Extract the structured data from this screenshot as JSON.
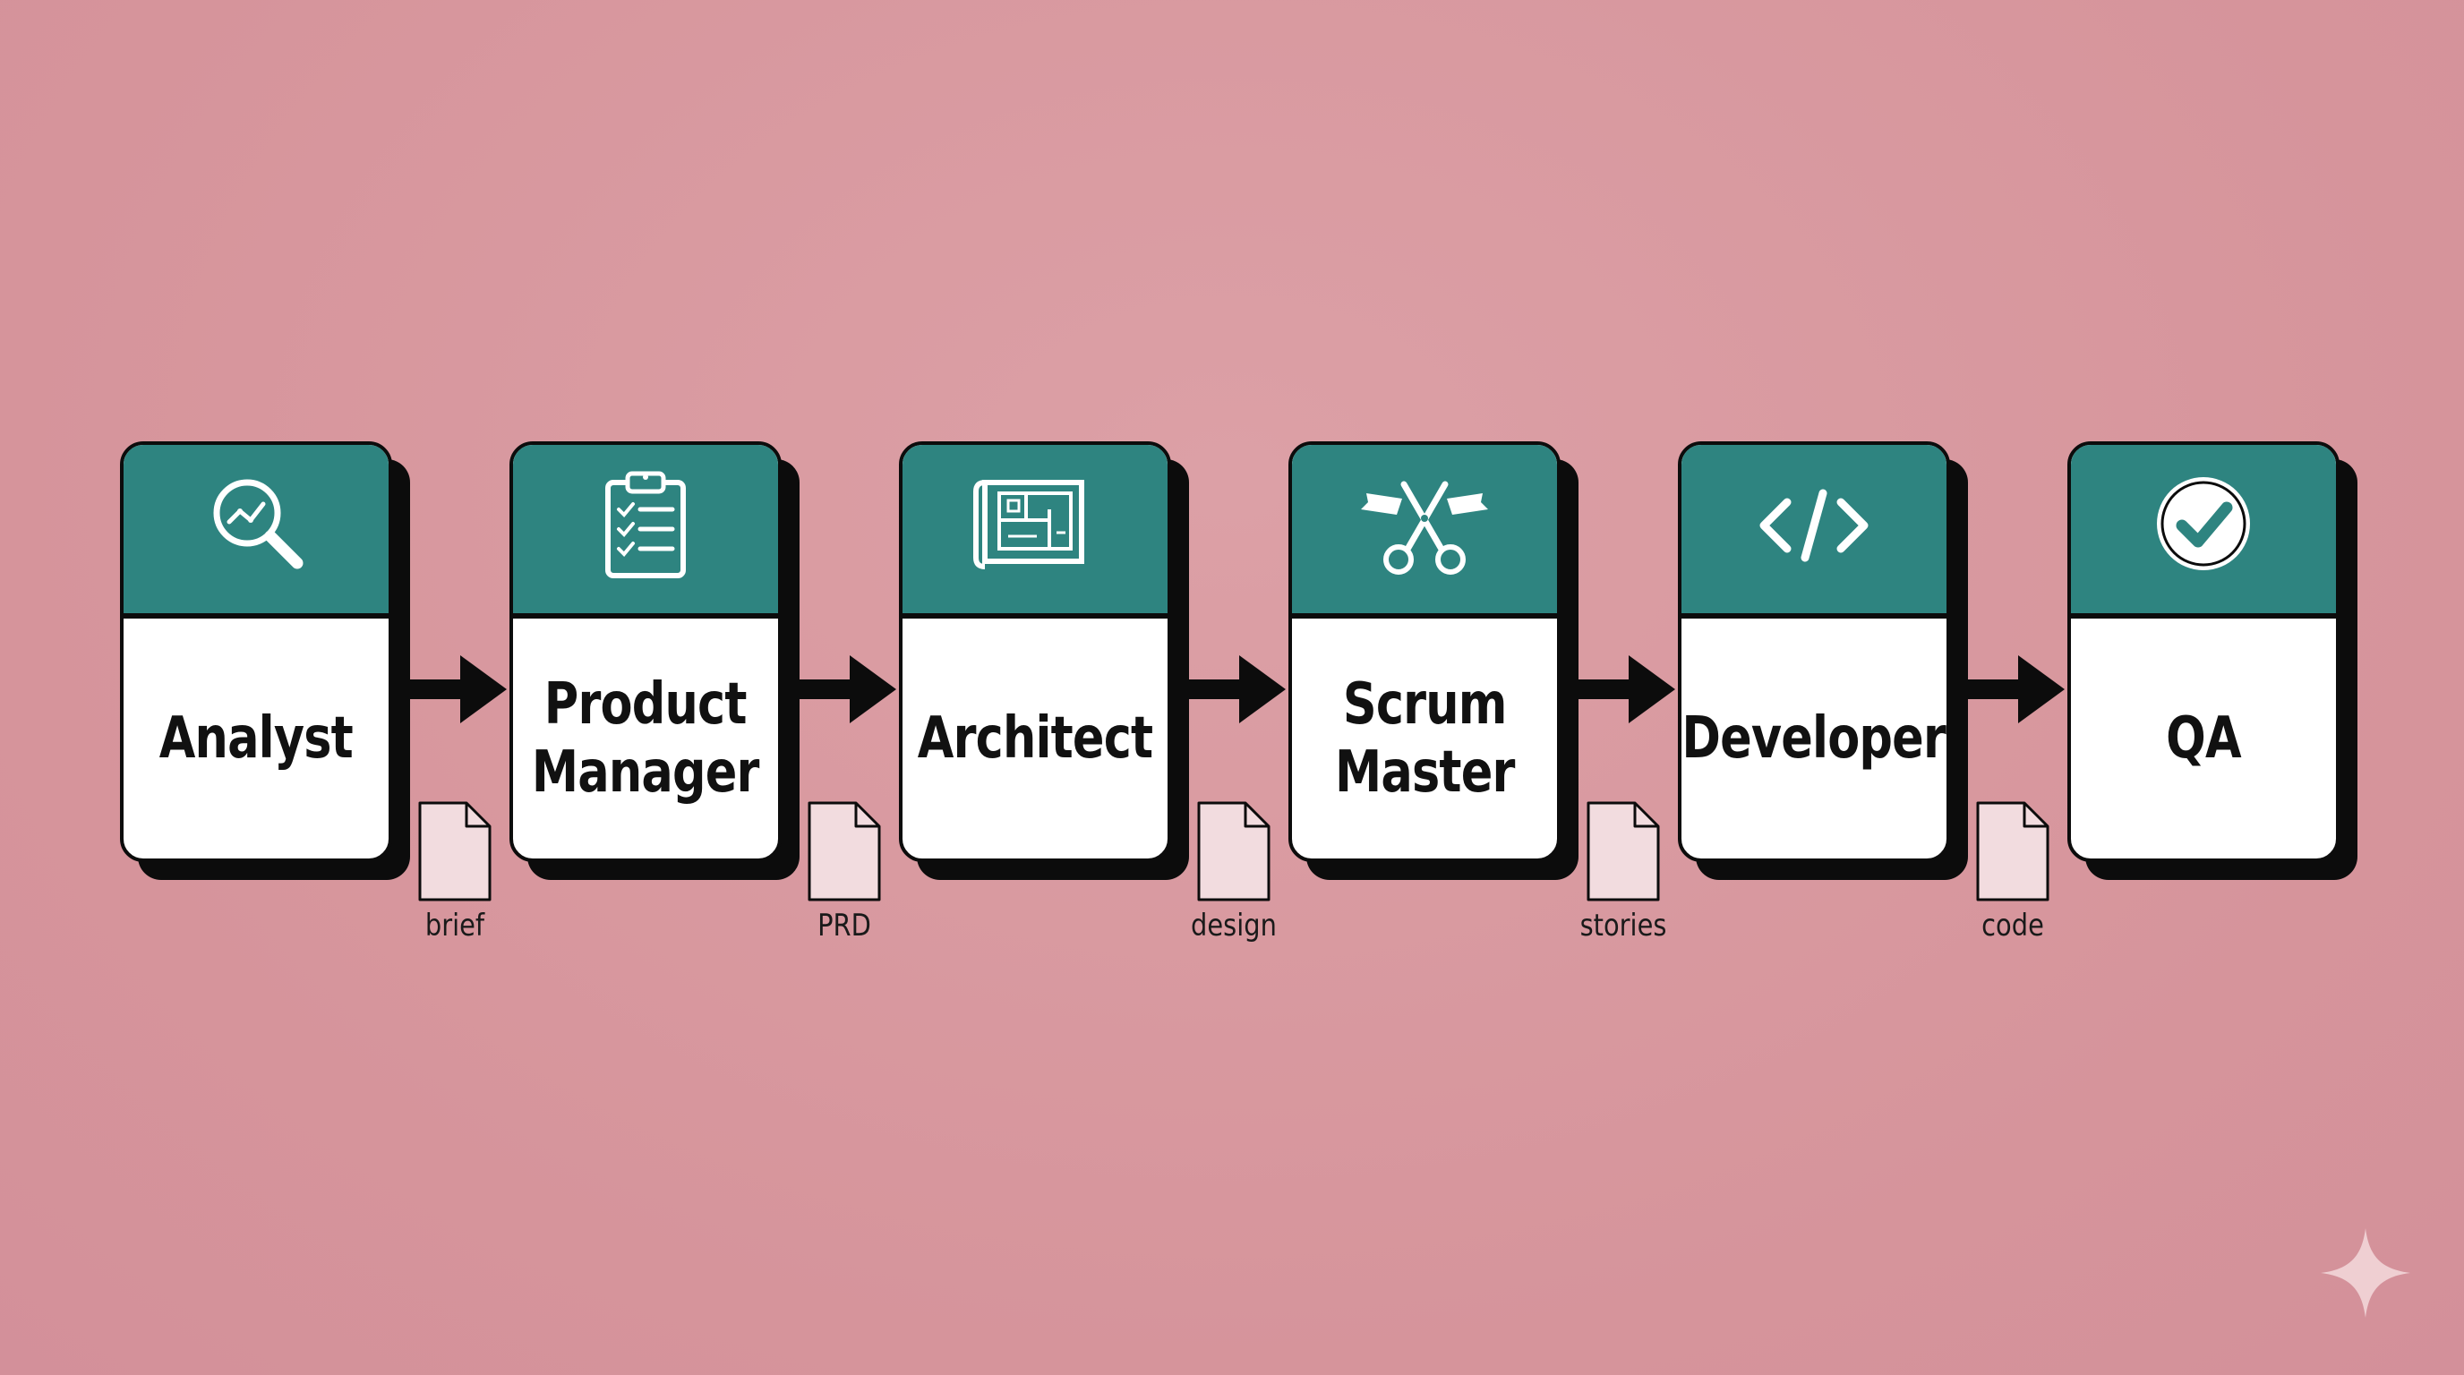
{
  "stages": [
    {
      "label": "Analyst",
      "icon": "magnifier-chart-icon"
    },
    {
      "label": "Product\nManager",
      "icon": "clipboard-checklist-icon"
    },
    {
      "label": "Architect",
      "icon": "blueprint-icon"
    },
    {
      "label": "Scrum\nMaster",
      "icon": "scissors-ribbon-icon"
    },
    {
      "label": "Developer",
      "icon": "code-brackets-icon"
    },
    {
      "label": "QA",
      "icon": "checkmark-circle-icon"
    }
  ],
  "artifacts": [
    {
      "label": "brief",
      "icon": "document-icon"
    },
    {
      "label": "PRD",
      "icon": "document-icon"
    },
    {
      "label": "design",
      "icon": "document-icon"
    },
    {
      "label": "stories",
      "icon": "document-icon"
    },
    {
      "label": "code",
      "icon": "document-icon"
    }
  ],
  "colors": {
    "background": "#d99aa0",
    "card_header": "#2e8480",
    "card_body": "#ffffff",
    "outline": "#0c0c0c",
    "document_fill": "#f2dcdf"
  },
  "watermark_icon": "sparkle-icon"
}
